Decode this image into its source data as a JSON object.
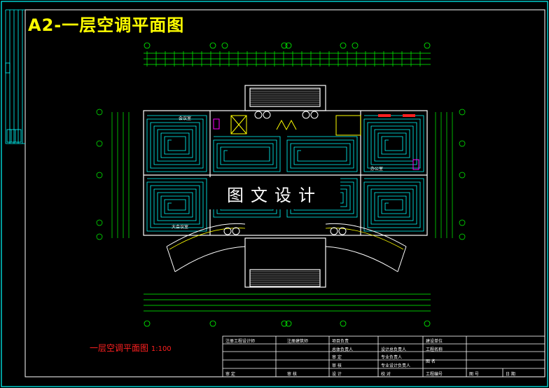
{
  "sheet": {
    "title": "A2-一层空调平面图",
    "watermark": "图文设计",
    "drawing_name": "一层空调平面图",
    "scale": "1:100",
    "room_labels": [
      "会议室",
      "大会议室",
      "办公室"
    ]
  },
  "title_block": {
    "col1": [
      "注册工程设计师",
      "",
      "",
      "",
      "审 定"
    ],
    "col2": [
      "注册建筑师",
      "",
      "",
      "",
      "审 核"
    ],
    "col3": [
      "项目负责",
      "总体负责人",
      "审    定",
      "审    核",
      "设    计"
    ],
    "col4": [
      "",
      "设计总负责人",
      "专业负责人",
      "专业设计负责人",
      "校  对"
    ],
    "col5": [
      "建设单位",
      "工程名称",
      "图 名",
      "",
      "工程编号"
    ],
    "col6": [
      "",
      "",
      "",
      "图 号",
      "日 期"
    ]
  },
  "colors": {
    "background": "#000000",
    "frame": "#00ffff",
    "hvac_pipe": "#00ffff",
    "dimension": "#00ff00",
    "wall": "#ffffff",
    "accent_yellow": "#ffff00",
    "device_magenta": "#ff00ff",
    "label_red": "#ff2020"
  }
}
